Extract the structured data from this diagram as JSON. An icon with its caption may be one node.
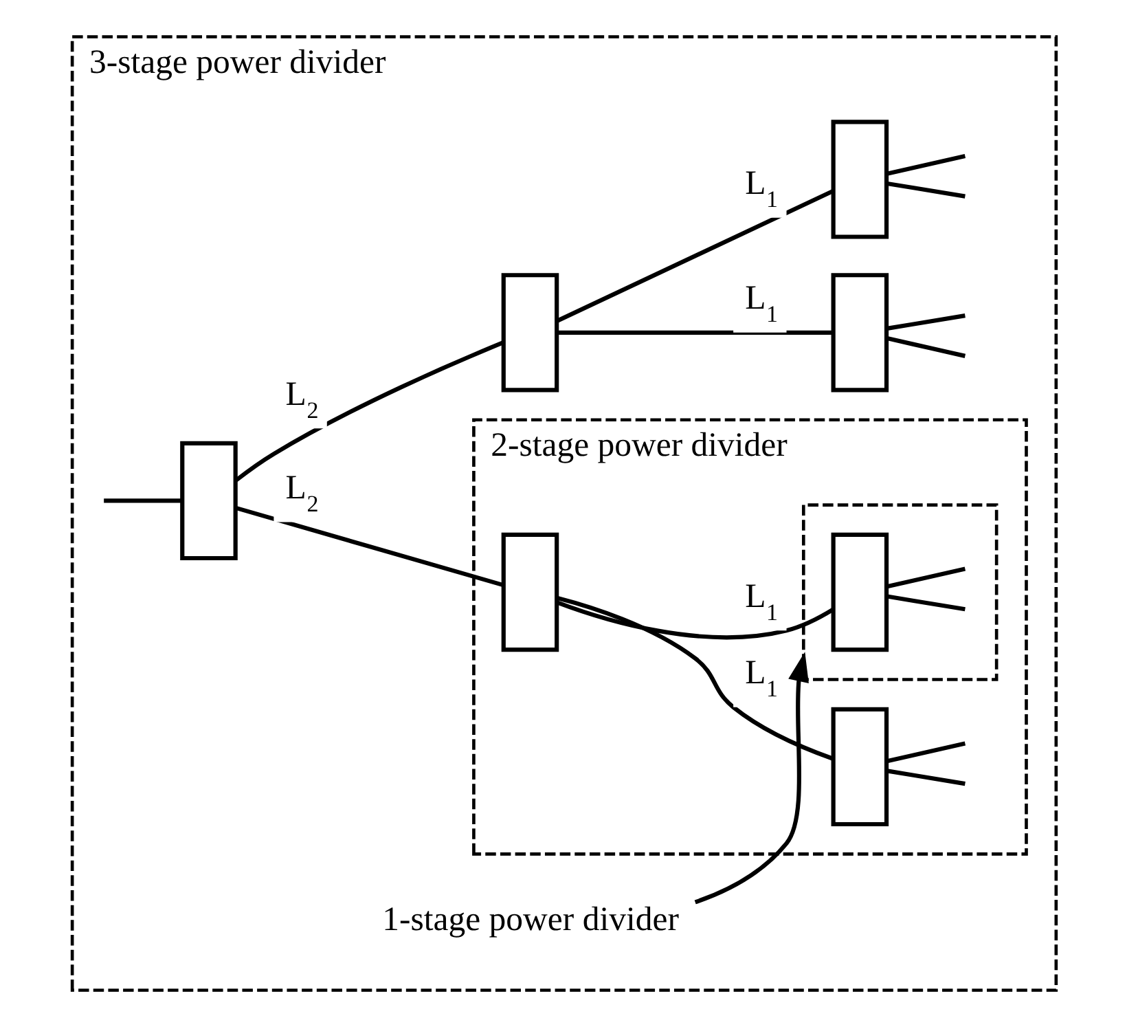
{
  "diagram": {
    "nodes": [
      {
        "text": [
          "3-stage power divider"
        ]
      },
      {
        "text": [
          "2-stage power divider"
        ],
        "in": 0
      },
      {
        "text": [],
        "shape": "box",
        "in": 1
      },
      {
        "text": [],
        "shape": "box",
        "in": 1
      },
      {
        "text": [],
        "shape": "box",
        "in": 1
      },
      {
        "text": [],
        "shape": "box",
        "in": 4
      },
      {
        "text": [
          "1-stage power divider"
        ],
        "in": 0
      },
      {
        "text": [],
        "shape": "box",
        "in": 0
      },
      {
        "text": [],
        "shape": "box",
        "in": 0
      },
      {
        "text": [],
        "shape": "box",
        "in": 0
      },
      {
        "text": [],
        "shape": "box",
        "in": 0
      }
    ],
    "edges": [
      {
        "from": null,
        "to": 7,
        "arrow": "none"
      },
      {
        "from": 7,
        "to": 3,
        "label": "L$_{2}$",
        "arrow": "none"
      },
      {
        "from": 7,
        "to": 9,
        "label": "L$_{2}$",
        "arrow": "none"
      },
      {
        "from": 3,
        "to": 2,
        "label": "L$_{1}$",
        "arrow": "none"
      },
      {
        "from": 3,
        "to": 5,
        "label": "L$_{1}$",
        "arrow": "none"
      },
      {
        "from": 9,
        "to": 8,
        "label": "L$_{1}$",
        "arrow": "none"
      },
      {
        "from": 9,
        "to": 10,
        "label": "L$_{1}$",
        "arrow": "none"
      },
      {
        "from": 6,
        "to": 4,
        "arrow": "to"
      },
      {
        "from": 2,
        "to": null,
        "arrow": "none"
      },
      {
        "from": 2,
        "to": null,
        "arrow": "none"
      },
      {
        "from": 5,
        "to": null,
        "arrow": "none"
      },
      {
        "from": 5,
        "to": null,
        "arrow": "none"
      },
      {
        "from": 8,
        "to": null,
        "arrow": "none"
      },
      {
        "from": 8,
        "to": null,
        "arrow": "none"
      },
      {
        "from": 10,
        "to": null,
        "arrow": "none"
      },
      {
        "from": 10,
        "to": null,
        "arrow": "none"
      }
    ]
  }
}
